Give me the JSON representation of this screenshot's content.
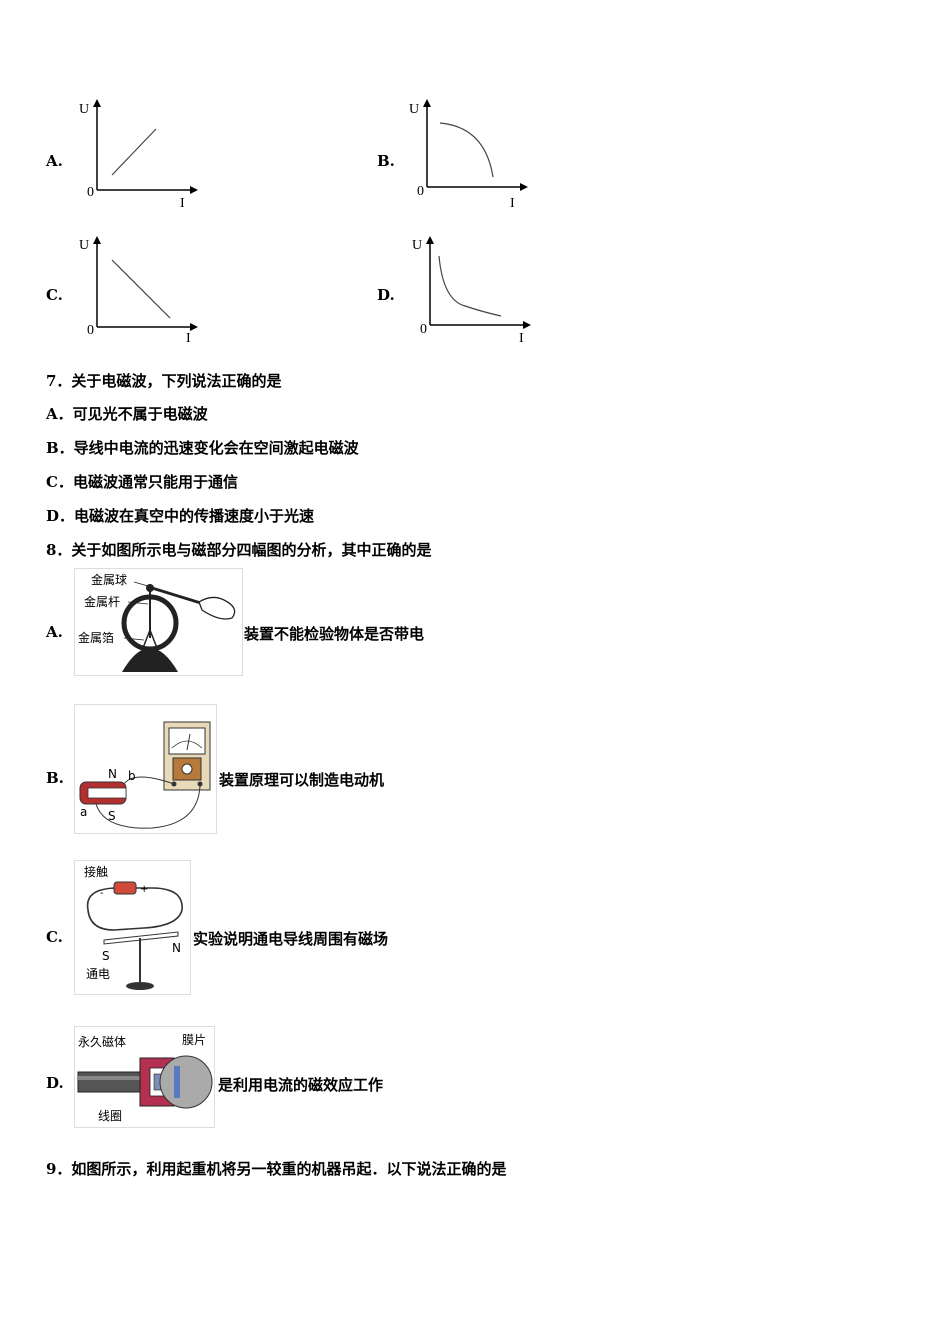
{
  "q6_options": [
    {
      "letter": "A."
    },
    {
      "letter": "B."
    },
    {
      "letter": "C."
    },
    {
      "letter": "D."
    }
  ],
  "axis": {
    "y": "U",
    "x": "I",
    "origin": "0"
  },
  "q7": {
    "stem": "7．关于电磁波，下列说法正确的是",
    "options": [
      "A．可见光不属于电磁波",
      "B．导线中电流的迅速变化会在空间激起电磁波",
      "C．电磁波通常只能用于通信",
      "D．电磁波在真空中的传播速度小于光速"
    ]
  },
  "q8": {
    "stem": "8．关于如图所示电与磁部分四幅图的分析，其中正确的是",
    "options": [
      {
        "letter": "A.",
        "text": "装置不能检验物体是否带电",
        "labels": [
          "金属球",
          "金属杆",
          "金属箔"
        ]
      },
      {
        "letter": "B.",
        "text": "装置原理可以制造电动机",
        "labels": [
          "N",
          "b",
          "a",
          "S"
        ]
      },
      {
        "letter": "C.",
        "text": "实验说明通电导线周围有磁场",
        "labels": [
          "接触",
          "S",
          "N",
          "通电"
        ]
      },
      {
        "letter": "D.",
        "text": "是利用电流的磁效应工作",
        "labels": [
          "永久磁体",
          "膜片",
          "线圈"
        ]
      }
    ]
  },
  "q9": {
    "stem": "9．如图所示，利用起重机将另一较重的机器吊起．以下说法正确的是"
  }
}
